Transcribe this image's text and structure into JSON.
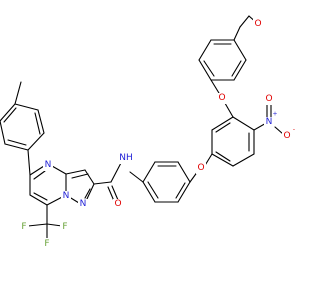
{
  "colors": {
    "bond": "#000000",
    "carbon_text": "#000000",
    "nitrogen": "#1f1fd6",
    "oxygen": "#e00000",
    "fluorine": "#6aa33a",
    "background": "#ffffff"
  },
  "atom_labels": {
    "ether_o_top": "O",
    "ether_o_mid": "O",
    "ether_o_bridge": "O",
    "nitro_n": "N",
    "nitro_o_top": "O",
    "nitro_o_right": "O",
    "amide_nh": "NH",
    "amide_o": "O",
    "ring_n_pyrimidine": "N",
    "ring_n_bridge": "N",
    "ring_n_pyrazole": "N",
    "cf3_f_left": "F",
    "cf3_f_mid": "F",
    "cf3_f_right": "F"
  },
  "charges": {
    "nitro_n_charge": "+",
    "nitro_o_charge": "-"
  }
}
